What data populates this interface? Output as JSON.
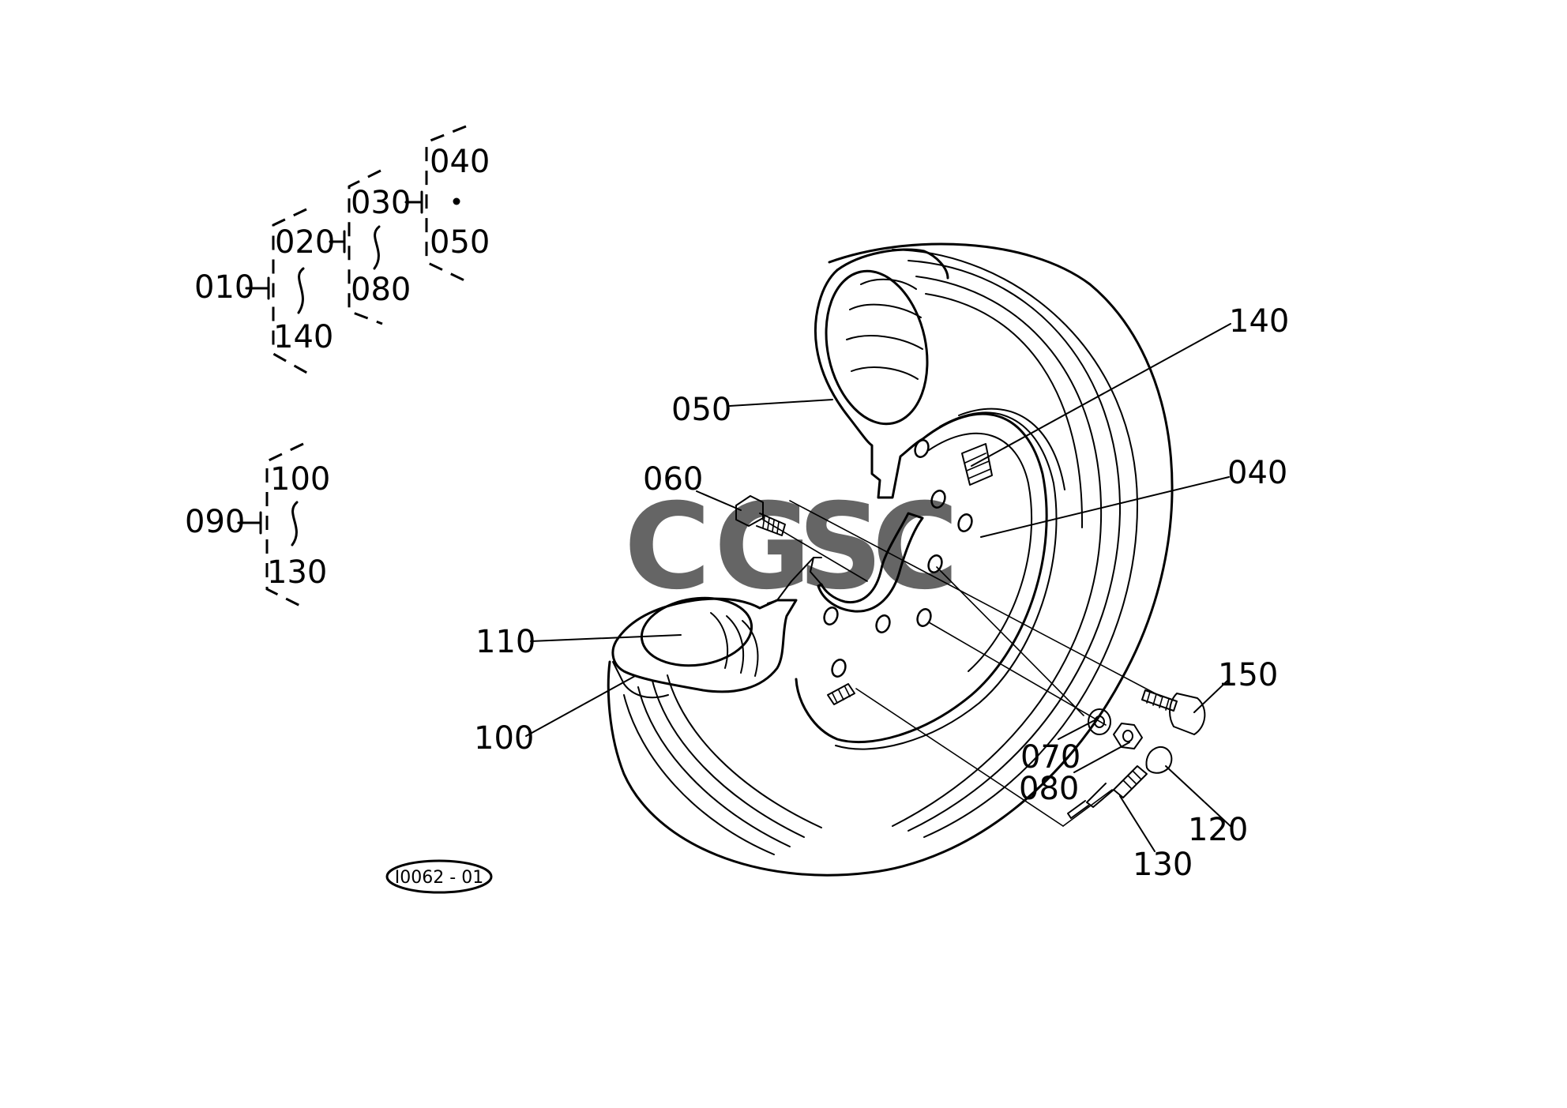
{
  "watermark": {
    "letters": [
      "C",
      "G",
      "S",
      "C"
    ],
    "colors": [
      "#4f8bea",
      "#ea4335",
      "#fbbc05",
      "#34a853"
    ]
  },
  "drawing_code": "I0062 - 01",
  "tree": {
    "group1": {
      "root": "010",
      "level2_top": "020",
      "level2_bottom": "140",
      "level3_top": "030",
      "level3_bottom": "080",
      "level4_top": "040",
      "level4_bottom": "050"
    },
    "group2": {
      "root": "090",
      "top": "100",
      "bottom": "130"
    }
  },
  "callouts": {
    "c140": "140",
    "c050": "050",
    "c060": "060",
    "c040": "040",
    "c110": "110",
    "c100": "100",
    "c150": "150",
    "c070": "070",
    "c080": "080",
    "c120": "120",
    "c130": "130"
  }
}
